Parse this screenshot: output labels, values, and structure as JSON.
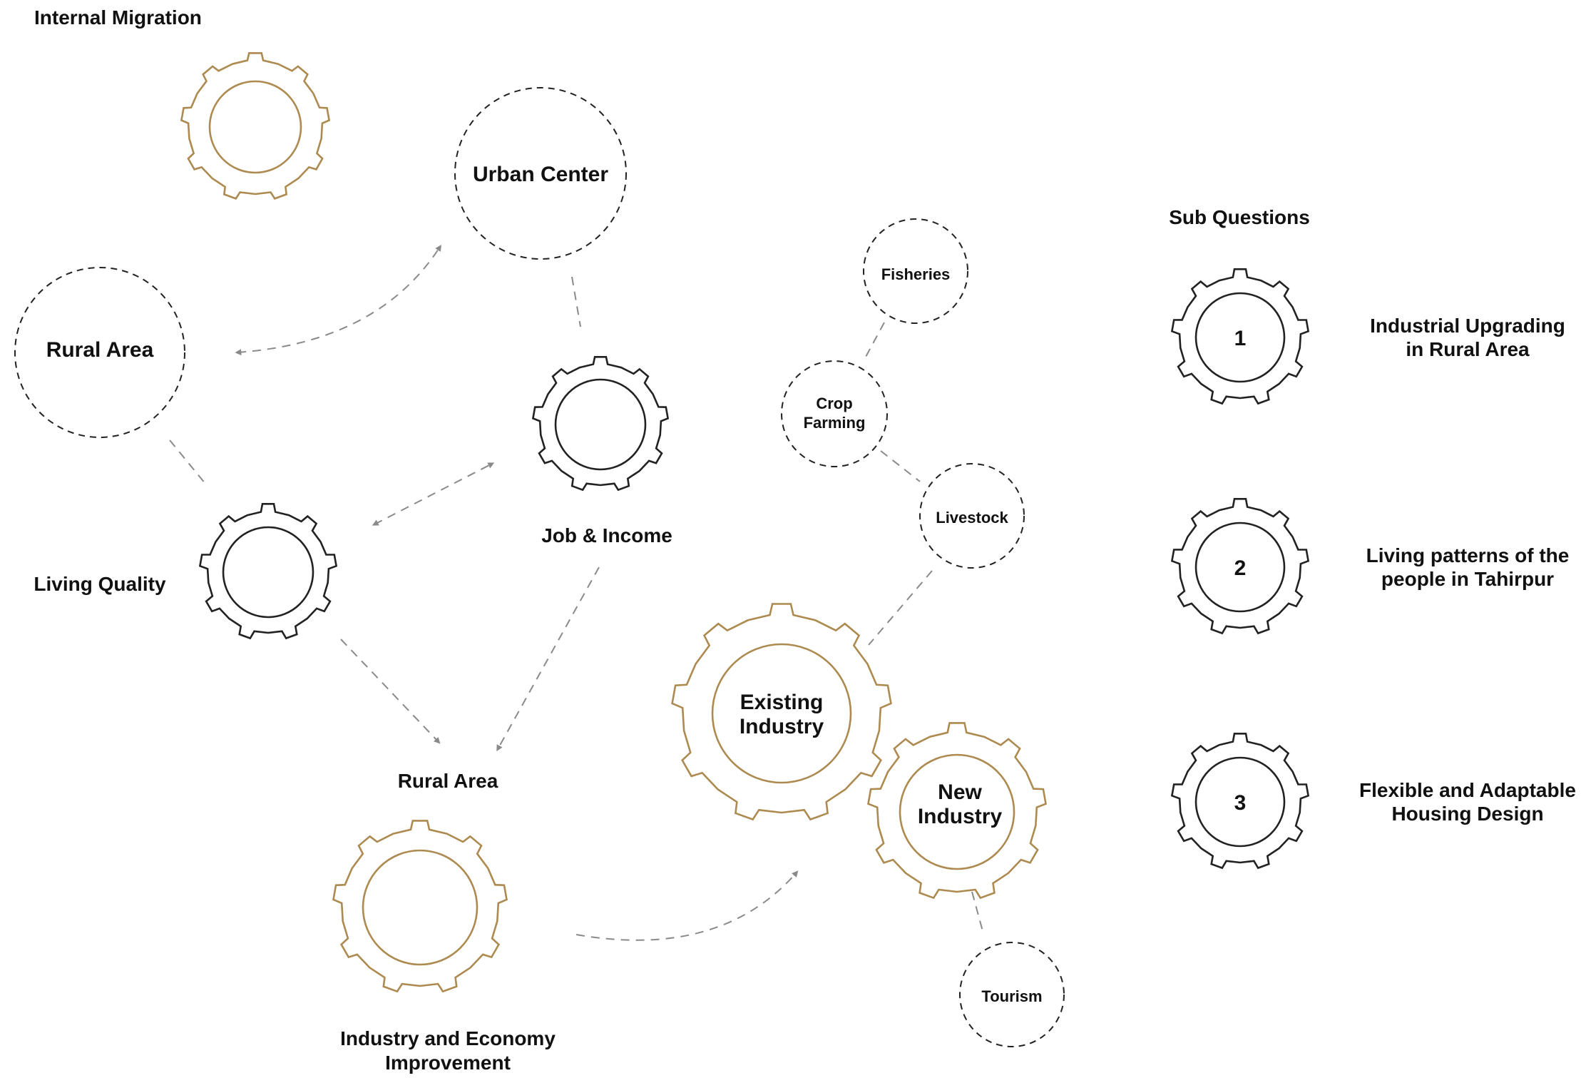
{
  "title": "Internal Migration",
  "nodes": {
    "urban_center": "Urban Center",
    "rural_area_top": "Rural Area",
    "living_quality": "Living Quality",
    "job_income": "Job & Income",
    "rural_area_bottom": "Rural Area",
    "industry_economy_line1": "Industry and Economy",
    "industry_economy_line2": "Improvement",
    "fisheries": "Fisheries",
    "crop_line1": "Crop",
    "crop_line2": "Farming",
    "livestock": "Livestock",
    "existing_line1": "Existing",
    "existing_line2": "Industry",
    "new_line1": "New",
    "new_line2": "Industry",
    "tourism": "Tourism"
  },
  "sub_questions": {
    "heading": "Sub Questions",
    "items": [
      {
        "number": "1",
        "line1": "Industrial Upgrading",
        "line2": "in Rural Area"
      },
      {
        "number": "2",
        "line1": "Living patterns of the",
        "line2": "people in Tahirpur"
      },
      {
        "number": "3",
        "line1": "Flexible and Adaptable",
        "line2": "Housing Design"
      }
    ]
  },
  "colors": {
    "gold": "#ad8a4f",
    "dark": "#222222",
    "link": "#8a8a8a"
  }
}
